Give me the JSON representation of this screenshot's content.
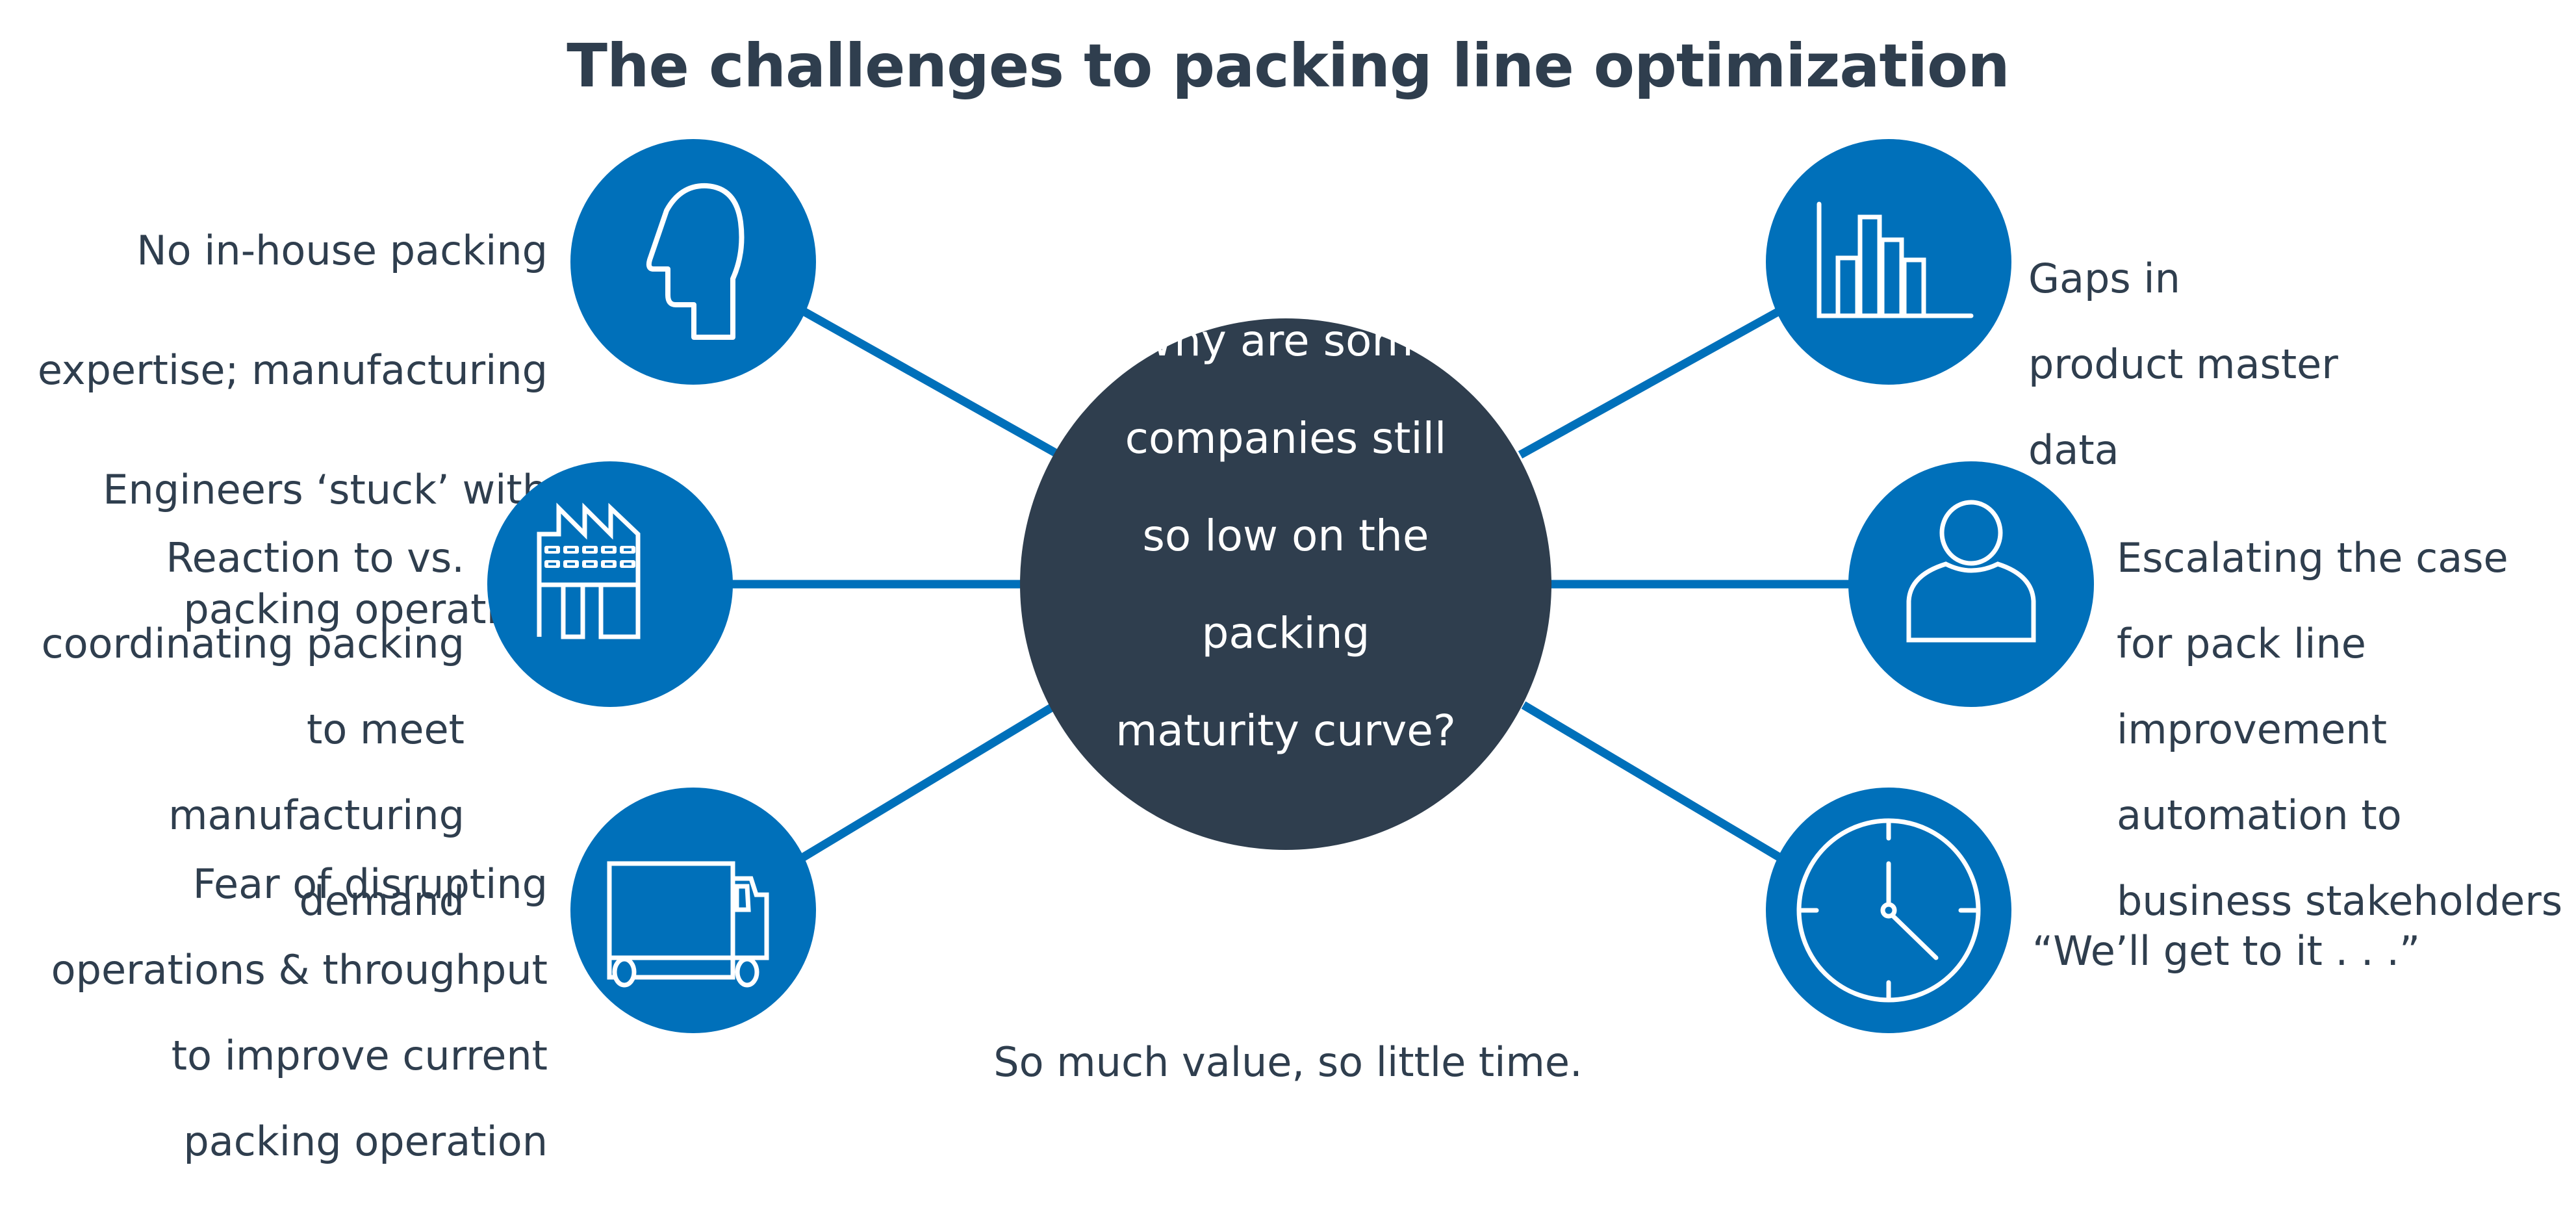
{
  "title": "The challenges to packing line optimization",
  "colors": {
    "accent_blue": "#0070ba",
    "hub_dark": "#2f3e4e",
    "text": "#2f3e4e",
    "background": "#ffffff"
  },
  "center": {
    "question": "Why are some companies still so low on the packing maturity curve?",
    "lines": [
      "Why are some",
      "companies still",
      "so low on the",
      "packing",
      "maturity curve?"
    ]
  },
  "challenges": [
    {
      "position": "left-top",
      "icon": "head-profile-icon",
      "text": "No in-house packing expertise; manufacturing Engineers ‘stuck’ with packing operation",
      "lines": [
        "No in-house packing",
        "expertise; manufacturing",
        "Engineers ‘stuck’ with",
        "packing operation"
      ]
    },
    {
      "position": "left-middle",
      "icon": "factory-icon",
      "text": "Reaction to vs. coordinating packing to meet manufacturing demand",
      "lines": [
        "Reaction to vs.",
        "coordinating packing",
        "to meet",
        "manufacturing",
        "demand"
      ]
    },
    {
      "position": "left-bottom",
      "icon": "truck-icon",
      "text": "Fear of disrupting operations & throughput to improve current packing operation",
      "lines": [
        "Fear of disrupting",
        "operations & throughput",
        "to improve current",
        "packing operation"
      ]
    },
    {
      "position": "right-top",
      "icon": "bar-chart-icon",
      "text": "Gaps in product master data",
      "lines": [
        "Gaps in",
        "product master",
        "data"
      ]
    },
    {
      "position": "right-middle",
      "icon": "person-icon",
      "text": "Escalating the case for pack line improvement automation to business stakeholders",
      "lines": [
        "Escalating the case",
        "for pack line",
        "improvement",
        "automation to",
        "business stakeholders"
      ]
    },
    {
      "position": "right-bottom",
      "icon": "clock-icon",
      "text": "“We’ll get to it . . .”",
      "lines": [
        "“We’ll get to it . . .”"
      ]
    }
  ],
  "caption": "So much value, so little time."
}
